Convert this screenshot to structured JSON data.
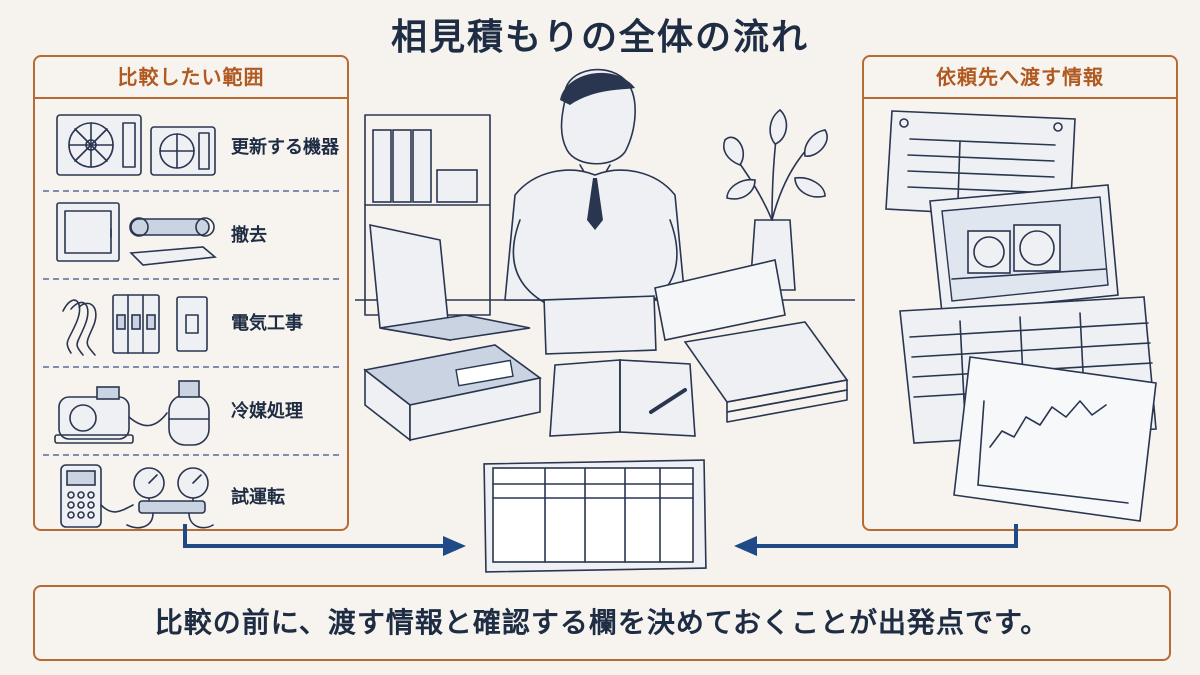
{
  "title": "相見積もりの全体の流れ",
  "left_panel": {
    "heading": "比較したい範囲",
    "items": [
      {
        "label": "更新する機器",
        "icon": "air-conditioner-icon"
      },
      {
        "label": "撤去",
        "icon": "removal-icon"
      },
      {
        "label": "電気工事",
        "icon": "electrical-icon"
      },
      {
        "label": "冷媒処理",
        "icon": "refrigerant-icon"
      },
      {
        "label": "試運転",
        "icon": "test-run-icon"
      }
    ]
  },
  "right_panel": {
    "heading": "依頼先へ渡す情報"
  },
  "footer_text": "比較の前に、渡す情報と確認する欄を決めておくことが出発点です。",
  "colors": {
    "accent": "#b86a33",
    "arrow": "#1f4a86",
    "ink": "#1f2d44"
  }
}
